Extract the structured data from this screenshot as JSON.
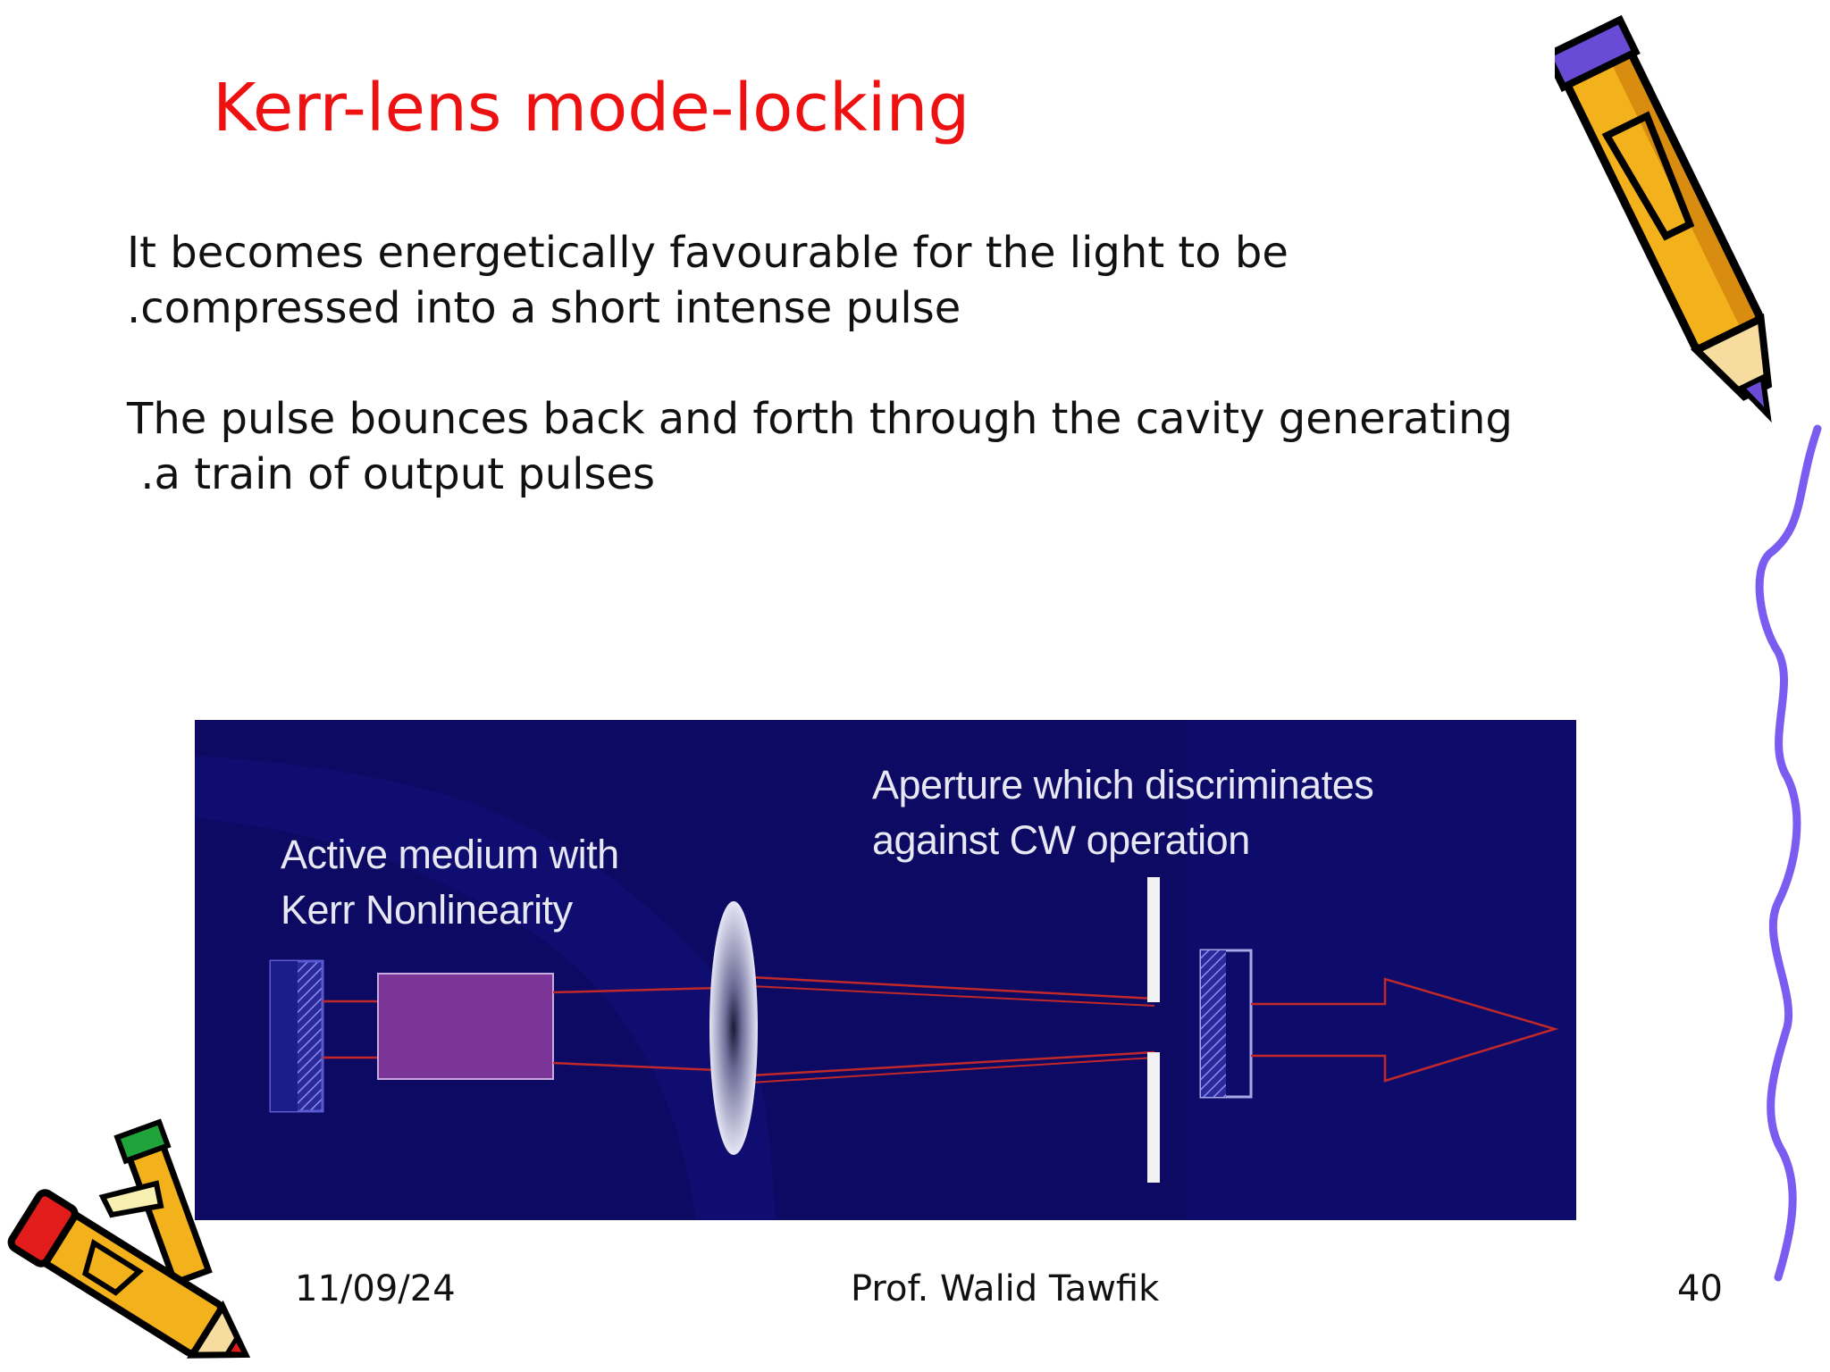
{
  "slide": {
    "title": "Kerr-lens mode-locking",
    "paragraphs": [
      "It becomes energetically favourable for the light to be\n.compressed into a short intense pulse",
      "The pulse bounces back and forth through the cavity generating\n .a train of output pulses"
    ]
  },
  "figure": {
    "label_active_medium": "Active medium with\nKerr Nonlinearity",
    "label_aperture": "Aperture which discriminates\nagainst CW operation",
    "background_color": "#0c0a62",
    "beam_color": "#c0282a",
    "crystal_color": "#7a3596"
  },
  "footer": {
    "date": "11/09/24",
    "author": "Prof. Walid Tawfik",
    "page": "40"
  },
  "decorations": {
    "icons": [
      "pencil-top-right-icon",
      "pencils-bottom-left-icon",
      "squiggle-line-icon"
    ],
    "colors": {
      "pencil_body": "#f3b21c",
      "pencil_tip": "#6a4bd6",
      "squiggle": "#7a5cf0",
      "red_pencil": "#e21b1b",
      "green_pencil": "#1fa33a"
    }
  }
}
